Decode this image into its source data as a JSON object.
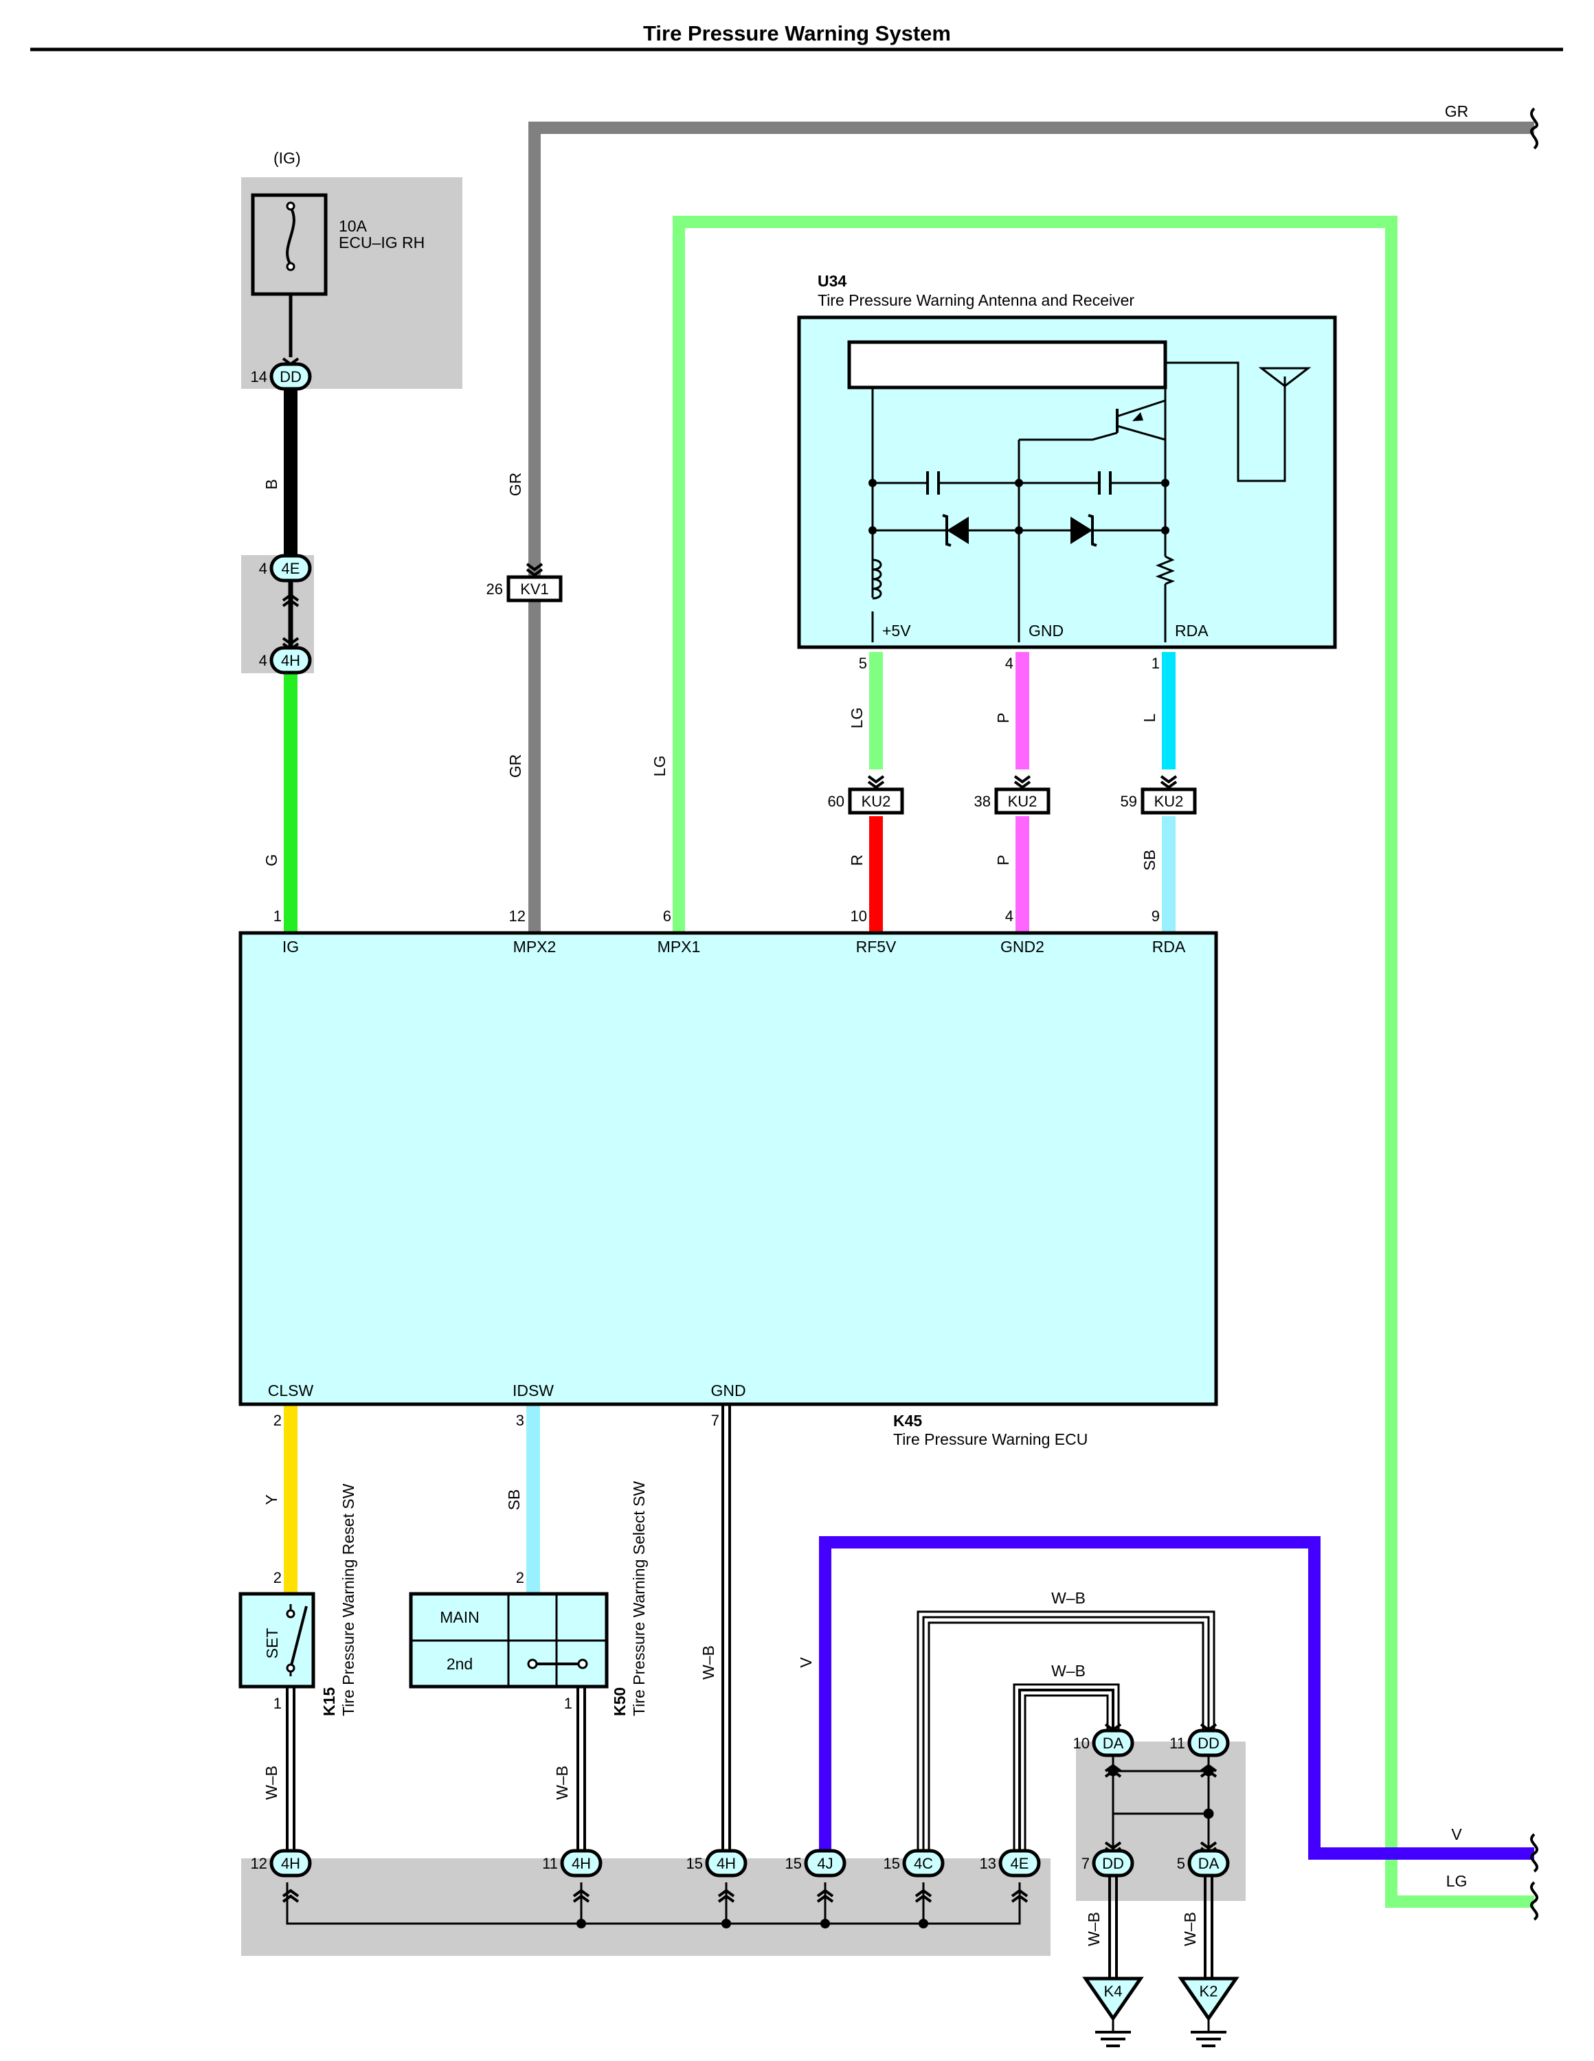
{
  "title": "Tire Pressure Warning System",
  "fuse": {
    "circuit": "(IG)",
    "rating": "10A",
    "name": "ECU–IG RH"
  },
  "components": {
    "u34": {
      "code": "U34",
      "name": "Tire Pressure Warning Antenna and Receiver",
      "pins": {
        "plus5v": "+5V",
        "gnd": "GND",
        "rda": "RDA"
      }
    },
    "k45": {
      "code": "K45",
      "name": "Tire Pressure Warning ECU",
      "pins": {
        "ig": "IG",
        "mpx2": "MPX2",
        "mpx1": "MPX1",
        "rf5v": "RF5V",
        "gnd2": "GND2",
        "rda": "RDA",
        "clsw": "CLSW",
        "idsw": "IDSW",
        "gnd": "GND"
      }
    },
    "k15": {
      "code": "K15",
      "name": "Tire Pressure Warning Reset SW",
      "switch_label": "SET"
    },
    "k50": {
      "code": "K50",
      "name": "Tire Pressure Warning Select SW",
      "row1": "MAIN",
      "row2": "2nd"
    }
  },
  "connectors": {
    "dd_top": {
      "id": "DD",
      "pin": "14"
    },
    "4e_top": {
      "id": "4E",
      "pin": "4"
    },
    "4h_top": {
      "id": "4H",
      "pin": "4"
    },
    "kv1": {
      "id": "KV1",
      "pin": "26"
    },
    "ku2_a": {
      "id": "KU2",
      "pin": "60"
    },
    "ku2_b": {
      "id": "KU2",
      "pin": "38"
    },
    "ku2_c": {
      "id": "KU2",
      "pin": "59"
    },
    "da_10": {
      "id": "DA",
      "pin": "10"
    },
    "dd_11": {
      "id": "DD",
      "pin": "11"
    },
    "dd_7": {
      "id": "DD",
      "pin": "7"
    },
    "da_5": {
      "id": "DA",
      "pin": "5"
    },
    "b_4h_12": {
      "id": "4H",
      "pin": "12"
    },
    "b_4h_11": {
      "id": "4H",
      "pin": "11"
    },
    "b_4h_15": {
      "id": "4H",
      "pin": "15"
    },
    "b_4j_15": {
      "id": "4J",
      "pin": "15"
    },
    "b_4c_15": {
      "id": "4C",
      "pin": "15"
    },
    "b_4e_13": {
      "id": "4E",
      "pin": "13"
    }
  },
  "grounds": {
    "g1": "K4",
    "g2": "K2"
  },
  "pin_numbers": {
    "u34_plus5v": "5",
    "u34_gnd": "4",
    "u34_rda": "1",
    "k45_ig": "1",
    "k45_mpx2": "12",
    "k45_mpx1": "6",
    "k45_rf5v": "10",
    "k45_gnd2": "4",
    "k45_rda": "9",
    "k45_clsw": "2",
    "k45_idsw": "3",
    "k45_gnd": "7",
    "k15_top": "2",
    "k15_bot": "1",
    "k50_top": "2",
    "k50_bot": "1"
  },
  "wire_colors": {
    "b": "B",
    "g": "G",
    "gr": "GR",
    "lg": "LG",
    "r": "R",
    "p": "P",
    "l": "L",
    "sb": "SB",
    "y": "Y",
    "wb": "W–B",
    "v": "V"
  },
  "colors": {
    "component_fill": "#ccffff",
    "splice_bg": "#cccccc",
    "wire_black": "#000000",
    "wire_green": "#22ee22",
    "wire_gray": "#808080",
    "wire_light_green": "#80ff80",
    "wire_red": "#ff0000",
    "wire_pink": "#ff66ff",
    "wire_blue": "#00e5ff",
    "wire_sky_blue": "#99f0ff",
    "wire_yellow": "#ffe000",
    "wire_violet": "#4400ff"
  }
}
